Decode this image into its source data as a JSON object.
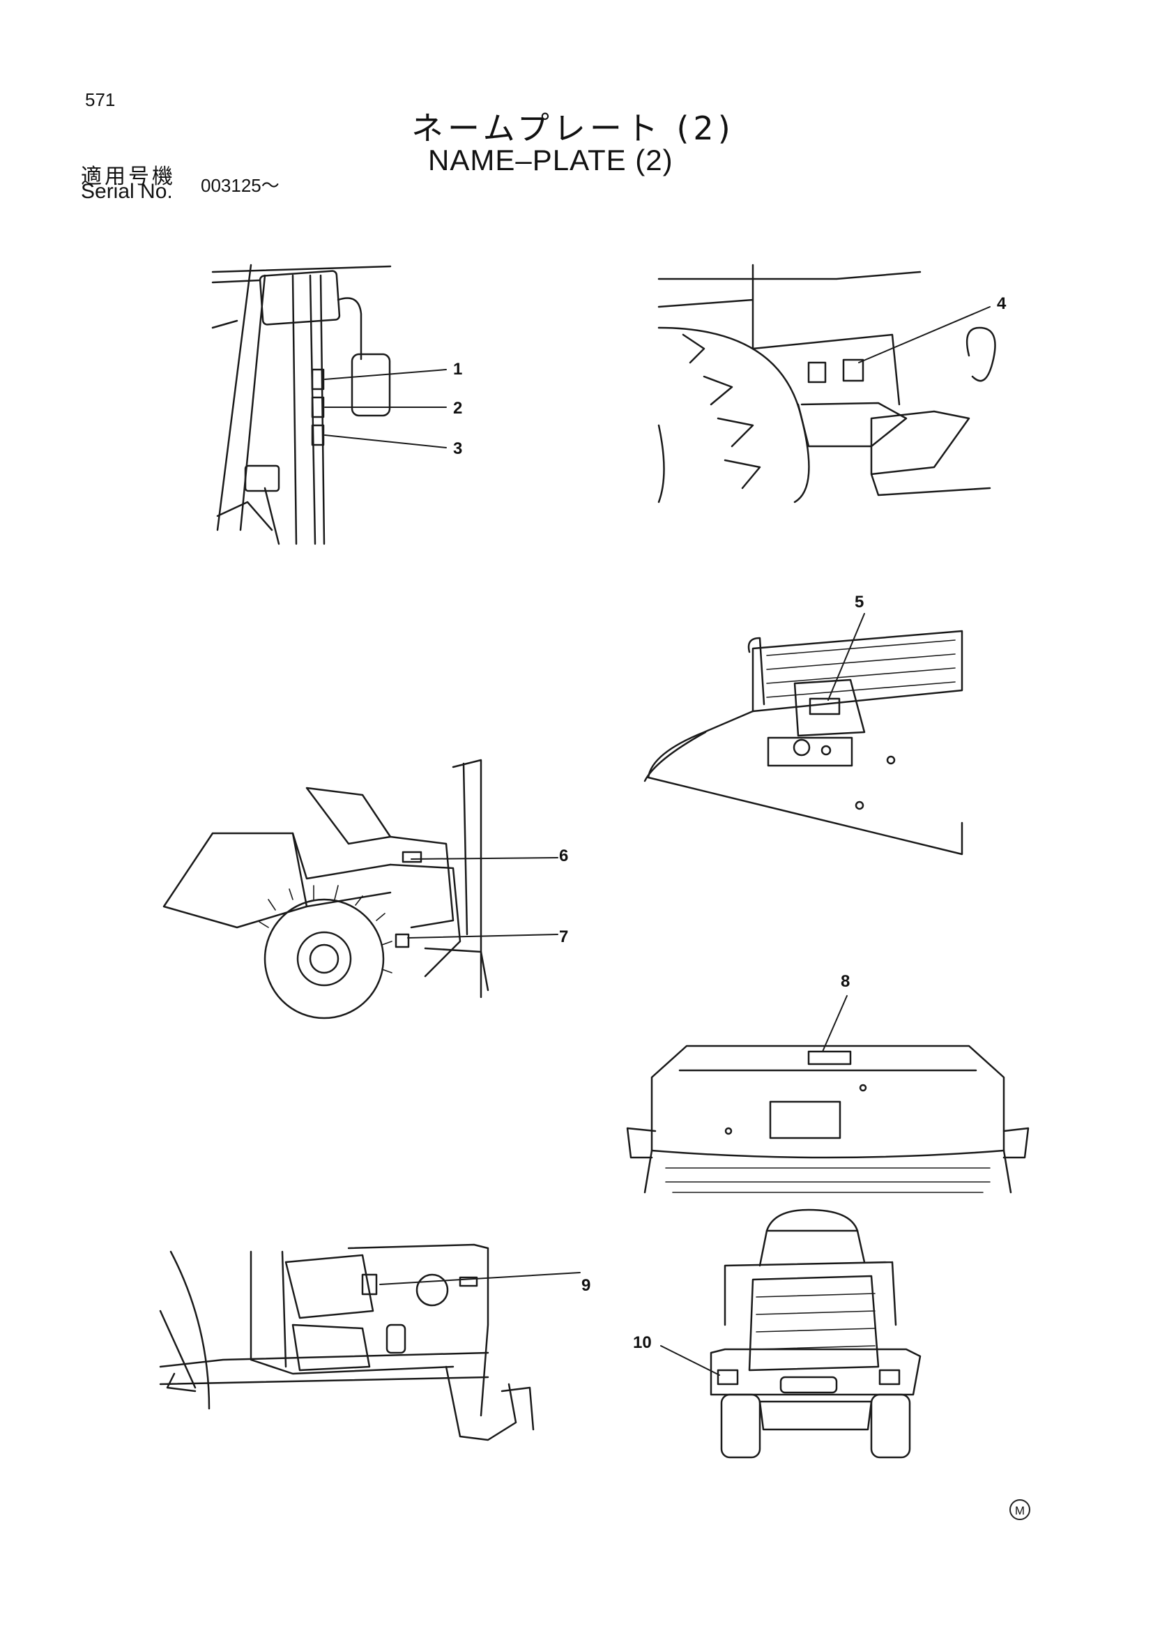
{
  "page_number": "571",
  "title_jp": "ネームプレート (2)",
  "title_en": "NAME–PLATE (2)",
  "serial_label_jp": "適用号機",
  "serial_label_en": "Serial No.",
  "serial_value": "003125～",
  "callouts": [
    "1",
    "2",
    "3",
    "4",
    "5",
    "6",
    "7",
    "8",
    "9",
    "10"
  ],
  "mark": "M"
}
